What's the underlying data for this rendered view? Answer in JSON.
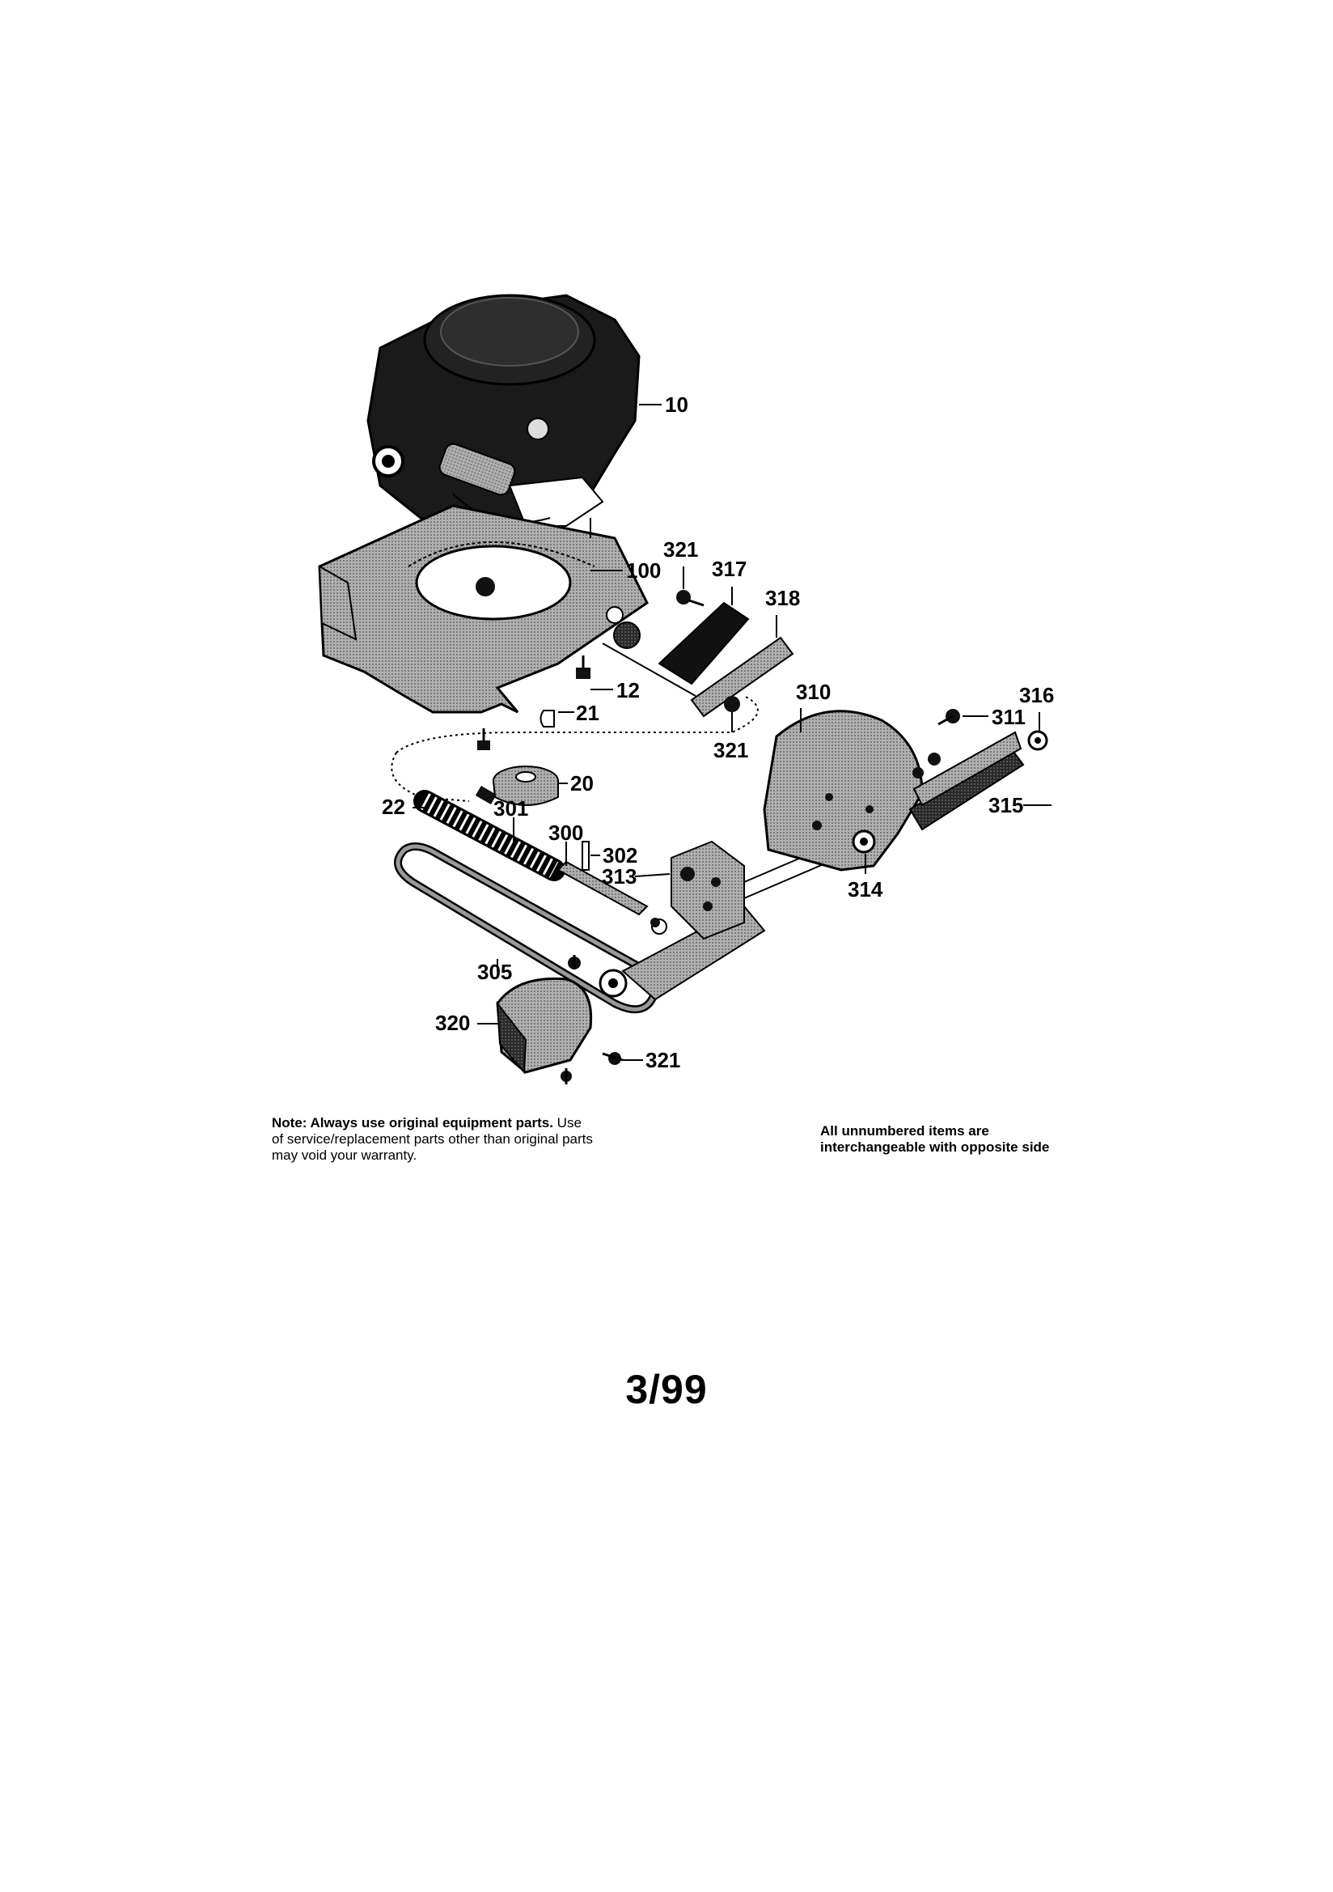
{
  "callouts": {
    "c10": "10",
    "c100": "100",
    "c321a": "321",
    "c317": "317",
    "c318": "318",
    "c12": "12",
    "c21": "21",
    "c321b": "321",
    "c310": "310",
    "c316": "316",
    "c311": "311",
    "c20": "20",
    "c22": "22",
    "c301": "301",
    "c315": "315",
    "c300": "300",
    "c302": "302",
    "c313": "313",
    "c314": "314",
    "c305": "305",
    "c320": "320",
    "c321c": "321"
  },
  "notes": {
    "left_bold": "Note: Always use original equipment parts.",
    "left_regular": " Use of service/replacement parts other than original parts may void your warranty.",
    "right": "All unnumbered items are interchangeable with opposite side"
  },
  "page_number": "3/99",
  "colors": {
    "ink": "#000000",
    "shade_dark": "#1a1a1a",
    "shade_mid": "#7a7a7a",
    "shade_light": "#a8a8a8",
    "paper": "#ffffff"
  }
}
